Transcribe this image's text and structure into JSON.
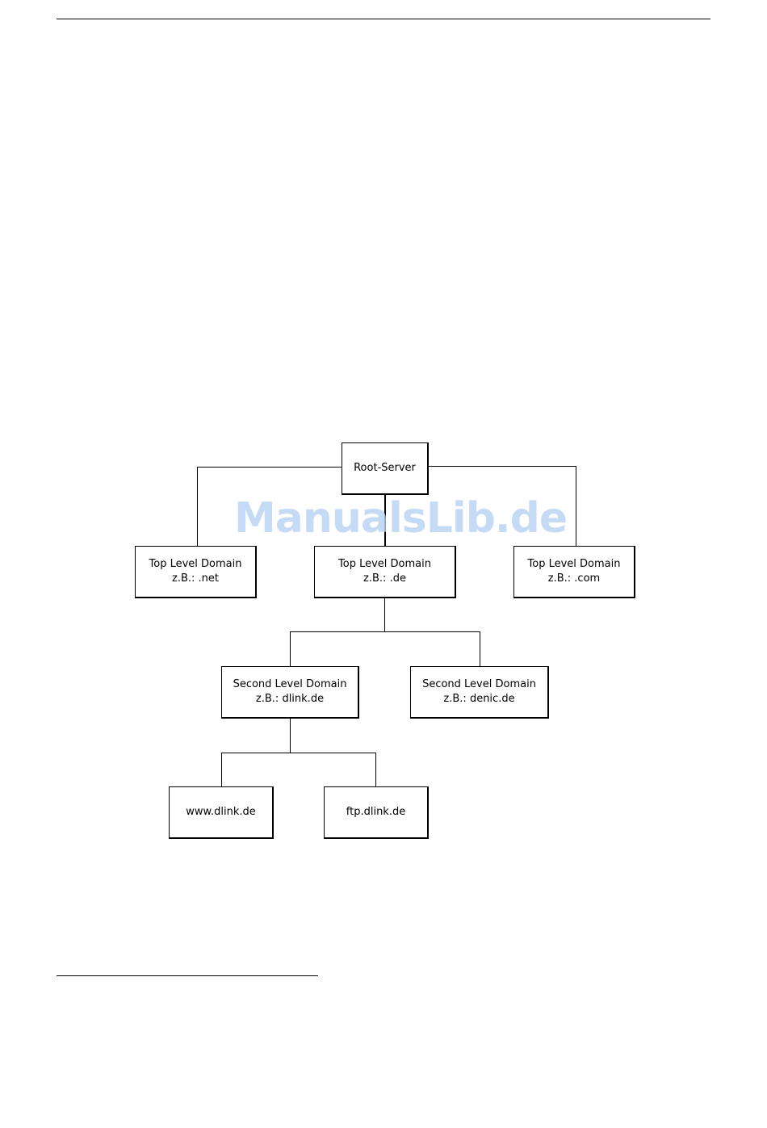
{
  "diagram": {
    "root": {
      "label": "Root-Server"
    },
    "tld_net": {
      "line1": "Top Level Domain",
      "line2": "z.B.: .net"
    },
    "tld_de": {
      "line1": "Top Level Domain",
      "line2": "z.B.: .de"
    },
    "tld_com": {
      "line1": "Top Level Domain",
      "line2": "z.B.: .com"
    },
    "sld_dlink": {
      "line1": "Second Level Domain",
      "line2": "z.B.: dlink.de"
    },
    "sld_denic": {
      "line1": "Second Level Domain",
      "line2": "z.B.: denic.de"
    },
    "host_www": {
      "label": "www.dlink.de"
    },
    "host_ftp": {
      "label": "ftp.dlink.de"
    }
  },
  "watermark": {
    "text": "ManualsLib.de"
  }
}
